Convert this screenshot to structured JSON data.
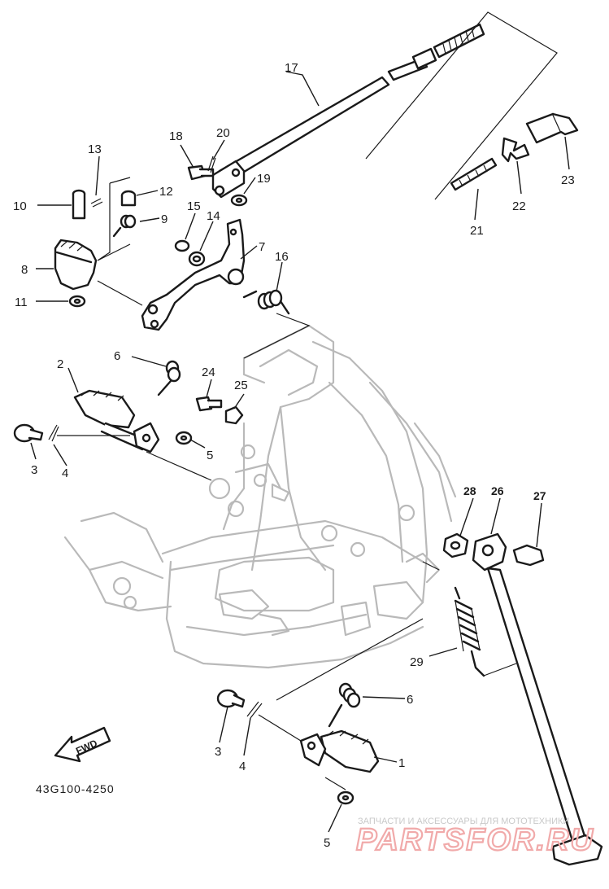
{
  "diagram_code": "43G100-4250",
  "fwd_label": "FWD",
  "watermark": {
    "caption": "ЗАПЧАСТИ И АКСЕССУАРЫ ДЛЯ МОТОТЕХНИКИ",
    "brand": "PARTSFOR.RU"
  },
  "callouts": {
    "c1": "1",
    "c2": "2",
    "c3a": "3",
    "c3b": "3",
    "c4a": "4",
    "c4b": "4",
    "c5a": "5",
    "c5b": "5",
    "c6a": "6",
    "c6b": "6",
    "c7": "7",
    "c8": "8",
    "c9": "9",
    "c10": "10",
    "c11": "11",
    "c12": "12",
    "c13": "13",
    "c14": "14",
    "c15": "15",
    "c16": "16",
    "c17": "17",
    "c18": "18",
    "c19": "19",
    "c20": "20",
    "c21": "21",
    "c22": "22",
    "c23": "23",
    "c24": "24",
    "c25": "25",
    "c26": "26",
    "c27": "27",
    "c28": "28",
    "c29": "29"
  },
  "colors": {
    "ink": "#1a1a1a",
    "frame": "#b9b9b9",
    "watermark_brand": "#f1aaaa",
    "watermark_caption": "#c9c9c9"
  }
}
